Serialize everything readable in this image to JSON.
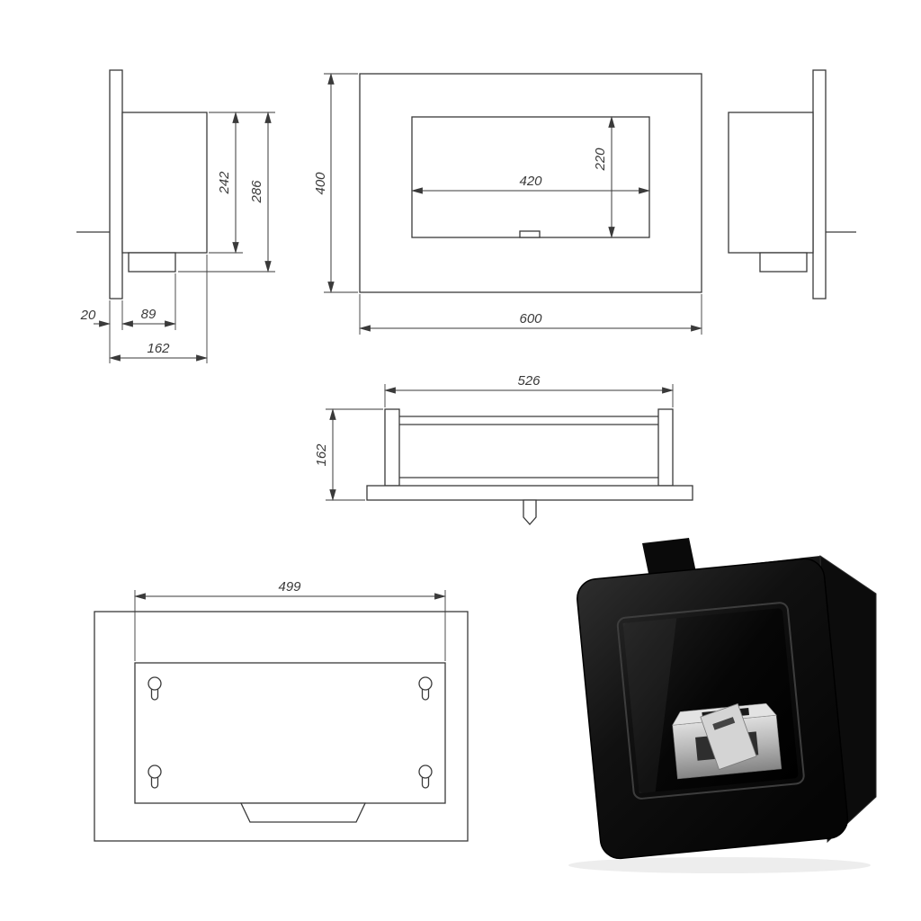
{
  "colors": {
    "background": "#ffffff",
    "line": "#3a3a3a",
    "render_black": "#0d0d0d",
    "burner_metal": "#c9c9c9"
  },
  "dims": {
    "side": {
      "body_height": "242",
      "overall_height": "286",
      "wall_plate": "20",
      "burner_box": "89",
      "depth": "162"
    },
    "front": {
      "height": "400",
      "opening_width": "420",
      "opening_height": "220",
      "width": "600"
    },
    "top": {
      "inner_width": "526",
      "depth": "162"
    },
    "back": {
      "mounting_width": "499"
    }
  }
}
